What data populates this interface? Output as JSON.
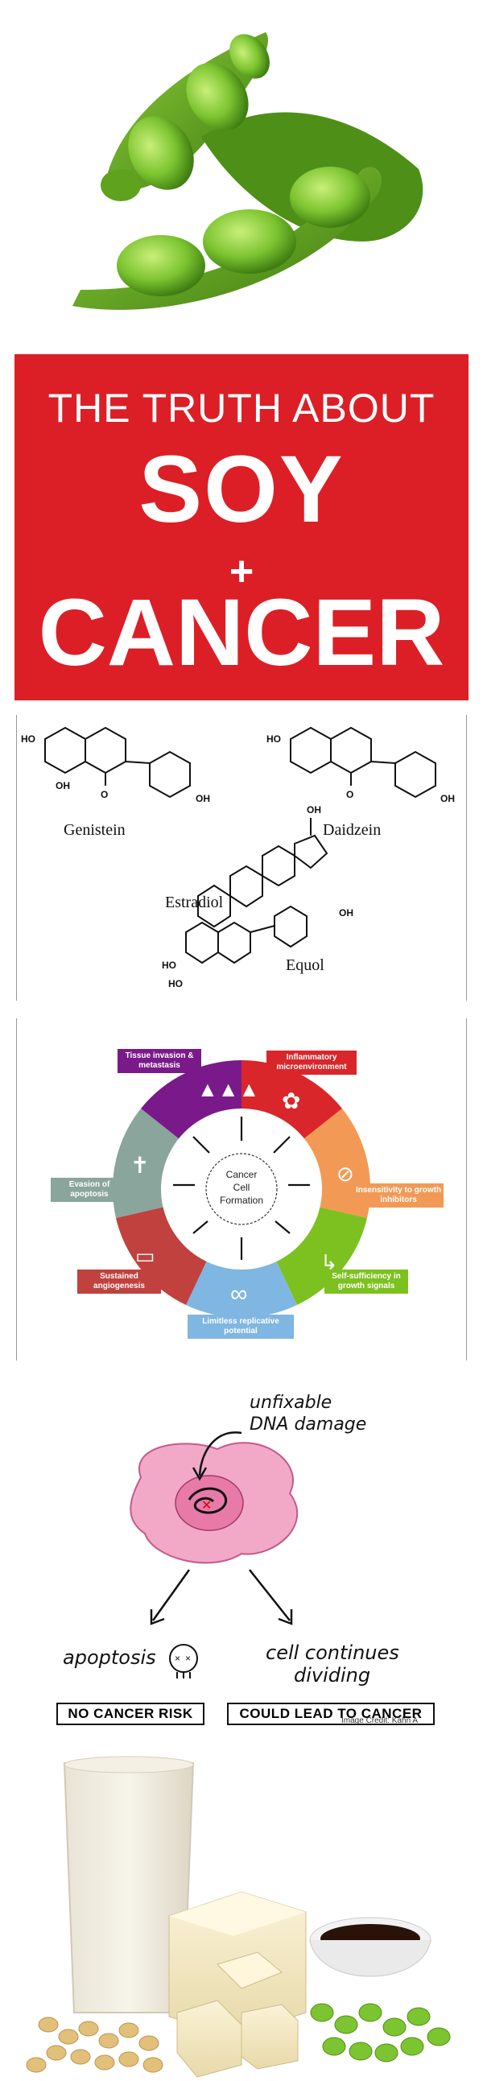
{
  "banner": {
    "line1": "THE TRUTH ABOUT",
    "line2": "SOY",
    "plus": "+",
    "line3": "CANCER"
  },
  "chemistry": {
    "genistein": "Genistein",
    "daidzein": "Daidzein",
    "estradiol": "Estradiol",
    "equol": "Equol",
    "groups": {
      "ho": "HO",
      "oh": "OH",
      "o": "O"
    }
  },
  "hallmarks": {
    "center": [
      "Cancer",
      "Cell",
      "Formation"
    ],
    "items": [
      {
        "label": "Tissue invasion & metastasis",
        "color": "#7a1a8a"
      },
      {
        "label": "Inflammatory microenvironment",
        "color": "#d9262a"
      },
      {
        "label": "Insensitivity to growth inhibitors",
        "color": "#f29a55"
      },
      {
        "label": "Self-sufficiency in growth signals",
        "color": "#7cc120"
      },
      {
        "label": "Limitless replicative potential",
        "color": "#7fb6e2"
      },
      {
        "label": "Sustained angiogenesis",
        "color": "#c0413e"
      },
      {
        "label": "Evasion of apoptosis",
        "color": "#8aa59c"
      }
    ]
  },
  "dna": {
    "damage_label": [
      "unfixable",
      "DNA damage"
    ],
    "apoptosis": "apoptosis",
    "continues": [
      "cell continues",
      "dividing"
    ],
    "no_risk": "NO CANCER RISK",
    "could_lead": "COULD LEAD TO CANCER",
    "credit": "Image Credit: Kahn A"
  }
}
